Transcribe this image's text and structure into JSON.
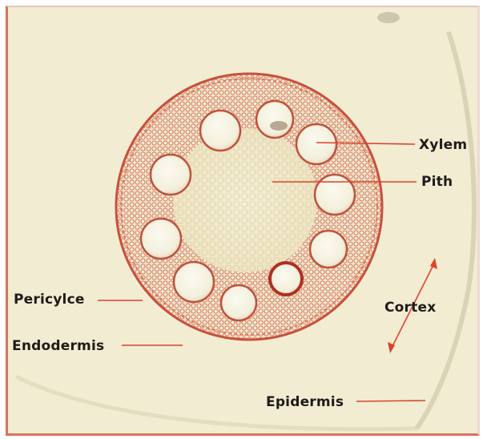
{
  "figure": {
    "subject": "root cross-section micrograph",
    "colors": {
      "background": "#f1ecd2",
      "stain": "#c8503c",
      "label_line": "#d9442e",
      "label_text": "#1f1b17"
    }
  },
  "labels": {
    "xylem": "Xylem",
    "pith": "Pith",
    "pericycle": "Pericylce",
    "endodermis": "Endodermis",
    "cortex": "Cortex",
    "epidermis": "Epidermis"
  }
}
